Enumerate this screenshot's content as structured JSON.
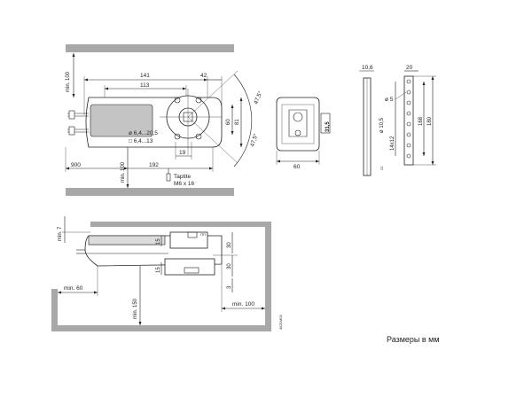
{
  "top_view": {
    "dim_141": "141",
    "dim_42": "42",
    "dim_113": "113",
    "dim_min100_top": "min. 100",
    "dim_900": "900",
    "dim_min100_bottom": "min. 100",
    "dim_192": "192",
    "dim_19": "19",
    "dim_60": "60",
    "dim_81": "81",
    "angle_upper": "47,5°",
    "angle_lower": "47,5°",
    "shaft_round": "ø 6,4...20,5",
    "shaft_square": "□ 6,4...13",
    "taptite_label": "Taptite",
    "screw_label": "M6 x 16"
  },
  "side_view": {
    "dim_60": "60",
    "label_315": "31,5"
  },
  "bracket_view": {
    "dim_10_6": "10,6",
    "dim_20": "20",
    "dim_phi5": "ø 5",
    "dim_phi10_5": "ø 10,5",
    "dim_14x12": "14x12",
    "dim_168": "168",
    "dim_180": "180",
    "dim_21": "21"
  },
  "mount_view": {
    "dim_min7": "min. 7",
    "dim_15_top": "15",
    "dim_30_top": "30",
    "dim_15_bottom": "15",
    "dim_30_bottom": "30",
    "dim_3": "3",
    "dim_min60": "min. 60",
    "dim_min150": "min. 150",
    "dim_min100": "min. 100",
    "drawing_code": "4621M03"
  },
  "caption": "Размеры в мм"
}
